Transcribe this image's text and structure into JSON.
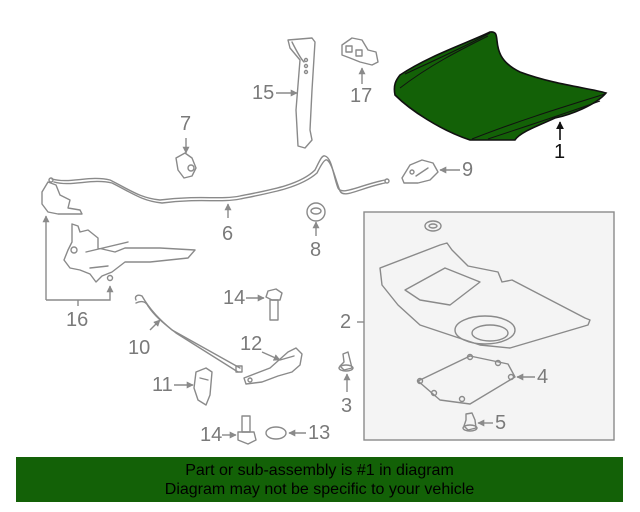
{
  "diagram": {
    "highlight_color": "#136107",
    "line_color": "#8a8a8a",
    "callouts": [
      {
        "id": "1",
        "label": "1",
        "part": "hood",
        "highlighted": true
      },
      {
        "id": "2",
        "label": "2",
        "part": "insulator"
      },
      {
        "id": "3",
        "label": "3",
        "part": "clip"
      },
      {
        "id": "4",
        "label": "4",
        "part": "insulator-pad"
      },
      {
        "id": "5",
        "label": "5",
        "part": "retainer"
      },
      {
        "id": "6",
        "label": "6",
        "part": "release-cable"
      },
      {
        "id": "7",
        "label": "7",
        "part": "handle"
      },
      {
        "id": "8",
        "label": "8",
        "part": "grommet"
      },
      {
        "id": "9",
        "label": "9",
        "part": "lock-support"
      },
      {
        "id": "10",
        "label": "10",
        "part": "support-rod"
      },
      {
        "id": "11",
        "label": "11",
        "part": "rod-holder"
      },
      {
        "id": "12",
        "label": "12",
        "part": "hinge"
      },
      {
        "id": "13",
        "label": "13",
        "part": "seal-ring"
      },
      {
        "id": "14a",
        "label": "14",
        "part": "bolt"
      },
      {
        "id": "14b",
        "label": "14",
        "part": "bolt"
      },
      {
        "id": "15",
        "label": "15",
        "part": "lock-support-bracket"
      },
      {
        "id": "16",
        "label": "16",
        "part": "latch-assembly"
      },
      {
        "id": "17",
        "label": "17",
        "part": "bracket"
      }
    ]
  },
  "banner": {
    "line1": "Part or sub-assembly is #1 in diagram",
    "line2": "Diagram may not be specific to your vehicle",
    "background": "#136107"
  }
}
